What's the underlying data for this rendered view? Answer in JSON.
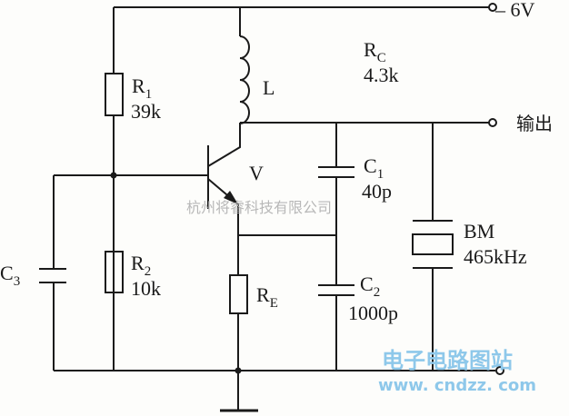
{
  "terminals": {
    "supply": "– 6V",
    "output": "输出"
  },
  "components": {
    "r1": {
      "name": "R",
      "sub": "1",
      "value": "39k"
    },
    "r2": {
      "name": "R",
      "sub": "2",
      "value": "10k"
    },
    "rc": {
      "name": "R",
      "sub": "C",
      "value": "4.3k"
    },
    "re": {
      "name": "R",
      "sub": "E"
    },
    "l": {
      "name": "L"
    },
    "v": {
      "name": "V"
    },
    "c1": {
      "name": "C",
      "sub": "1",
      "value": "40p"
    },
    "c2": {
      "name": "C",
      "sub": "2",
      "value": "1000p"
    },
    "c3": {
      "name": "C",
      "sub": "3"
    },
    "bm": {
      "name": "BM",
      "value": "465kHz"
    }
  },
  "watermarks": {
    "company": "杭州将睿科技有限公司",
    "site_cn": "电子电路图站",
    "site_url": "www. cndzz. com"
  }
}
